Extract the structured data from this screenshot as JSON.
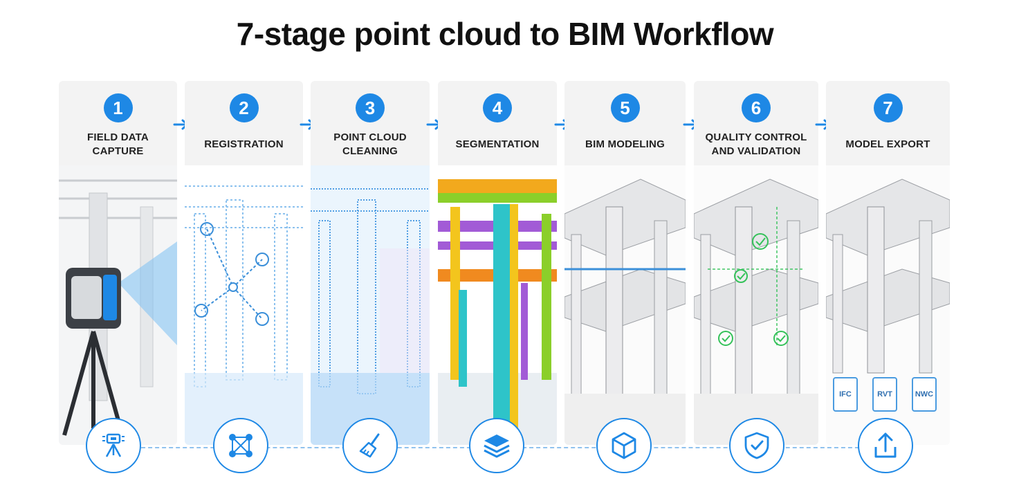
{
  "title": "7-stage point cloud to BIM Workflow",
  "accent_color": "#1e88e5",
  "stages": [
    {
      "number": "1",
      "label": "FIELD DATA CAPTURE",
      "icon": "laser-scanner-icon"
    },
    {
      "number": "2",
      "label": "REGISTRATION",
      "icon": "network-nodes-icon"
    },
    {
      "number": "3",
      "label": "POINT CLOUD CLEANING",
      "icon": "broom-icon"
    },
    {
      "number": "4",
      "label": "SEGMENTATION",
      "icon": "layers-icon"
    },
    {
      "number": "5",
      "label": "BIM MODELING",
      "icon": "cube-icon"
    },
    {
      "number": "6",
      "label": "QUALITY CONTROL AND VALIDATION",
      "icon": "shield-check-icon"
    },
    {
      "number": "7",
      "label": "MODEL EXPORT",
      "icon": "upload-icon"
    }
  ],
  "export_formats": [
    "IFC",
    "RVT",
    "NWC"
  ]
}
